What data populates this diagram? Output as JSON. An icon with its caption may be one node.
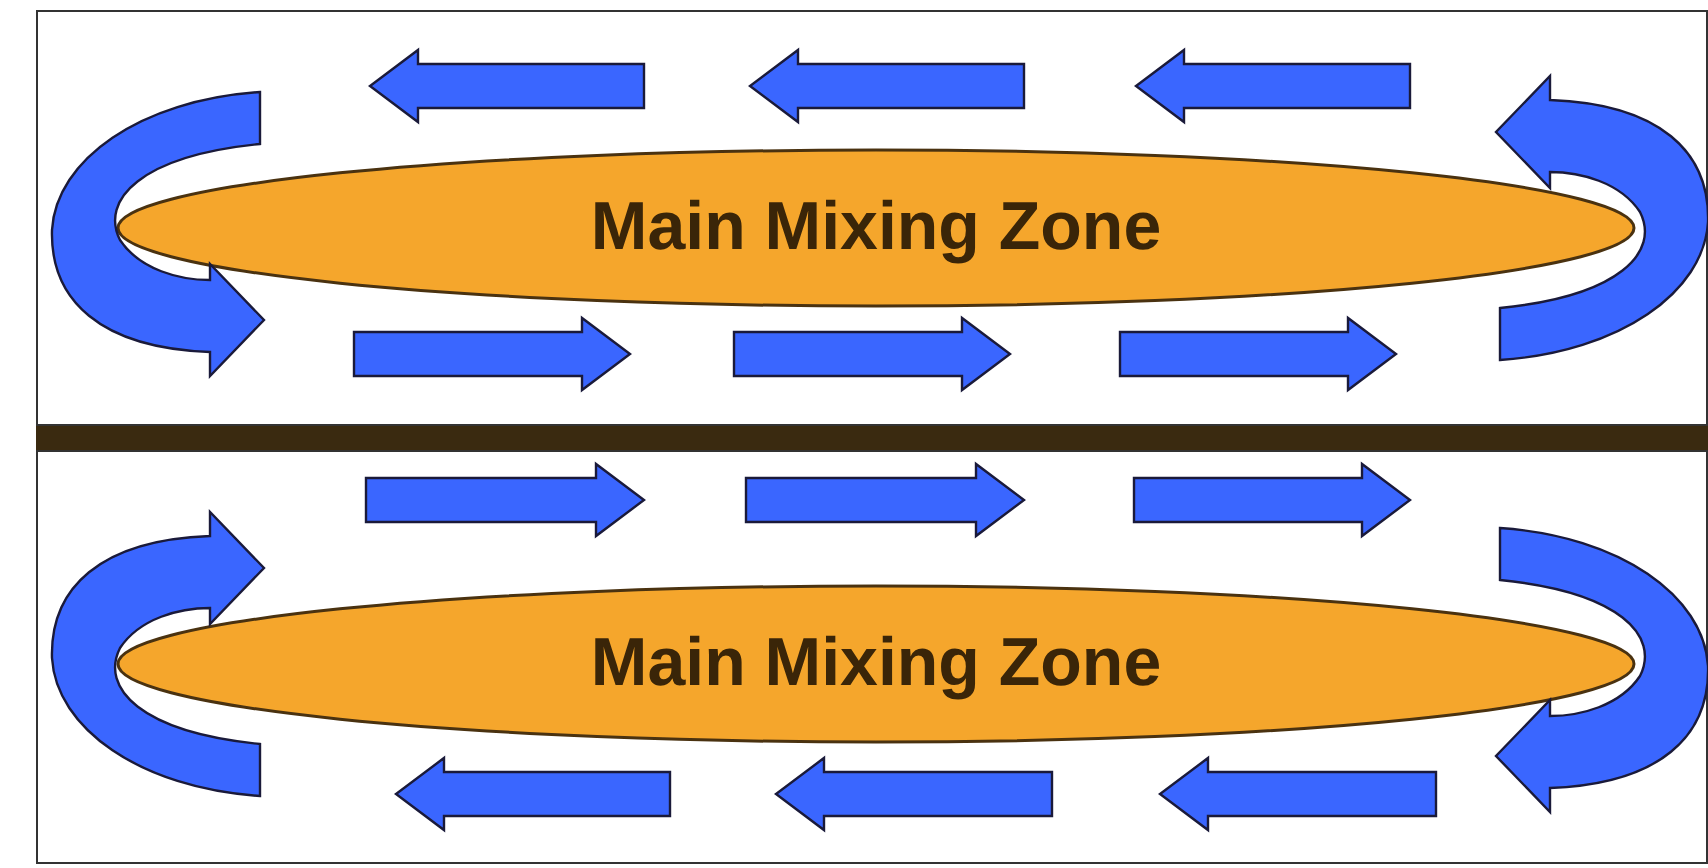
{
  "diagram": {
    "nodes": [
      {
        "text": [],
        "shape": "box"
      },
      {
        "text": [
          "Main Mixing Zone"
        ],
        "in": 0
      },
      {
        "text": [],
        "shape": "box"
      },
      {
        "text": [
          "Main Mixing Zone"
        ],
        "in": 2
      }
    ]
  }
}
